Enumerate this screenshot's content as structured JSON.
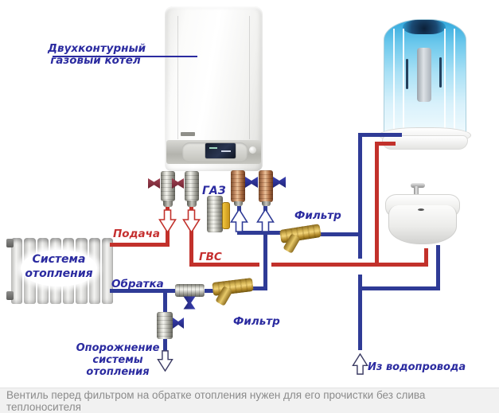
{
  "labels": {
    "boiler": {
      "line1": "Двухконтурный",
      "line2": "газовый котел"
    },
    "gas": "ГАЗ",
    "filter_top": "Фильтр",
    "filter_bottom": "Фильтр",
    "supply": "Подача",
    "dhw": "ГВС",
    "return": "Обратка",
    "heating_system": {
      "line1": "Система",
      "line2": "отопления"
    },
    "drain": {
      "line1": "Опорожнение",
      "line2": "системы",
      "line3": "отопления"
    },
    "water_inlet": "Из водопровода"
  },
  "caption": "Вентиль перед фильтром на обратке отопления нужен для его прочистки без слива теплоносителя",
  "colors": {
    "pipe_hot": "#c2312b",
    "pipe_cold": "#2f3b96",
    "label_blue": "#2b2ba0",
    "label_red": "#c53030",
    "handle_red": "#8a2f3c",
    "handle_blue": "#2c3196",
    "handle_yellow": "#e8b822",
    "brass": "#c9a43c",
    "caption_bg": "#f1f1f1",
    "caption_text": "#8b8b8b"
  }
}
